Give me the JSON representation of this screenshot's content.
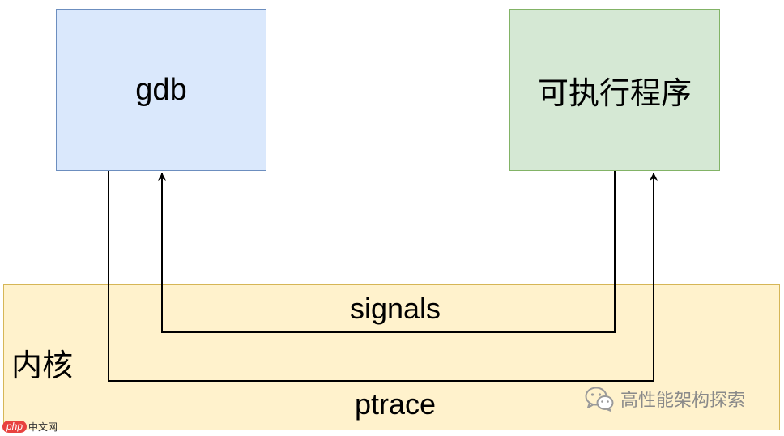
{
  "nodes": {
    "gdb": "gdb",
    "executable": "可执行程序",
    "kernel": "内核"
  },
  "edges": {
    "signals": "signals",
    "ptrace": "ptrace"
  },
  "watermark": {
    "account": "高性能架构探索",
    "icon": "wechat-icon"
  },
  "site_badge": {
    "logo": "php",
    "text": "中文网"
  },
  "colors": {
    "gdb_fill": "#dae8fc",
    "gdb_stroke": "#6c8ebf",
    "executable_fill": "#d5e8d4",
    "executable_stroke": "#82b366",
    "kernel_fill": "#fff2cc",
    "kernel_stroke": "#d6b656"
  }
}
